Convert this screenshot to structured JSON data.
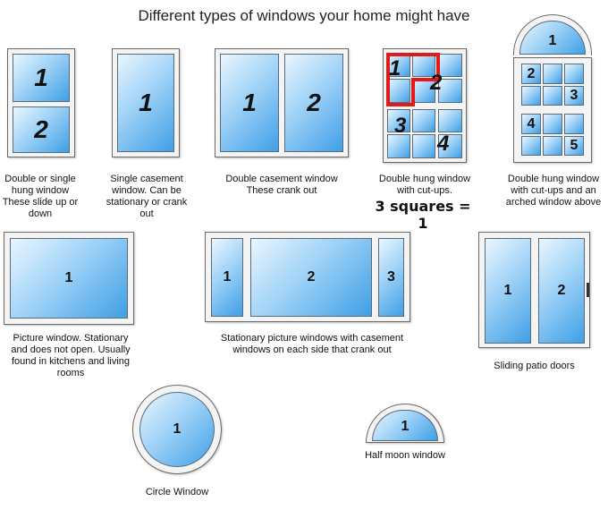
{
  "title": "Different types of windows your home might have",
  "windows": [
    {
      "caption": "Double or single hung window These slide up or down",
      "labels": [
        "1",
        "2"
      ]
    },
    {
      "caption": "Single casement window. Can be stationary or crank out",
      "labels": [
        "1"
      ]
    },
    {
      "caption": "Double casement window These crank out",
      "labels": [
        "1",
        "2"
      ]
    },
    {
      "caption": "Double hung window with cut-ups.",
      "labels": [
        "1",
        "2",
        "3",
        "4"
      ],
      "note": "3 squares = 1"
    },
    {
      "caption": "Double hung window with cut-ups and an arched window above",
      "labels": [
        "1",
        "2",
        "3",
        "4",
        "5"
      ]
    },
    {
      "caption": "Picture window. Stationary and does not open. Usually found in kitchens and living rooms",
      "labels": [
        "1"
      ]
    },
    {
      "caption": "Stationary picture windows with casement windows on each side that crank out",
      "labels": [
        "1",
        "2",
        "3"
      ]
    },
    {
      "caption": "Sliding patio doors",
      "labels": [
        "1",
        "2"
      ]
    },
    {
      "caption": "Circle Window",
      "labels": [
        "1"
      ]
    },
    {
      "caption": "Half moon window",
      "labels": [
        "1"
      ]
    }
  ],
  "colors": {
    "glass_light": "#eaf6ff",
    "glass_dark": "#3f9fe6",
    "highlight": "#e0191b"
  }
}
